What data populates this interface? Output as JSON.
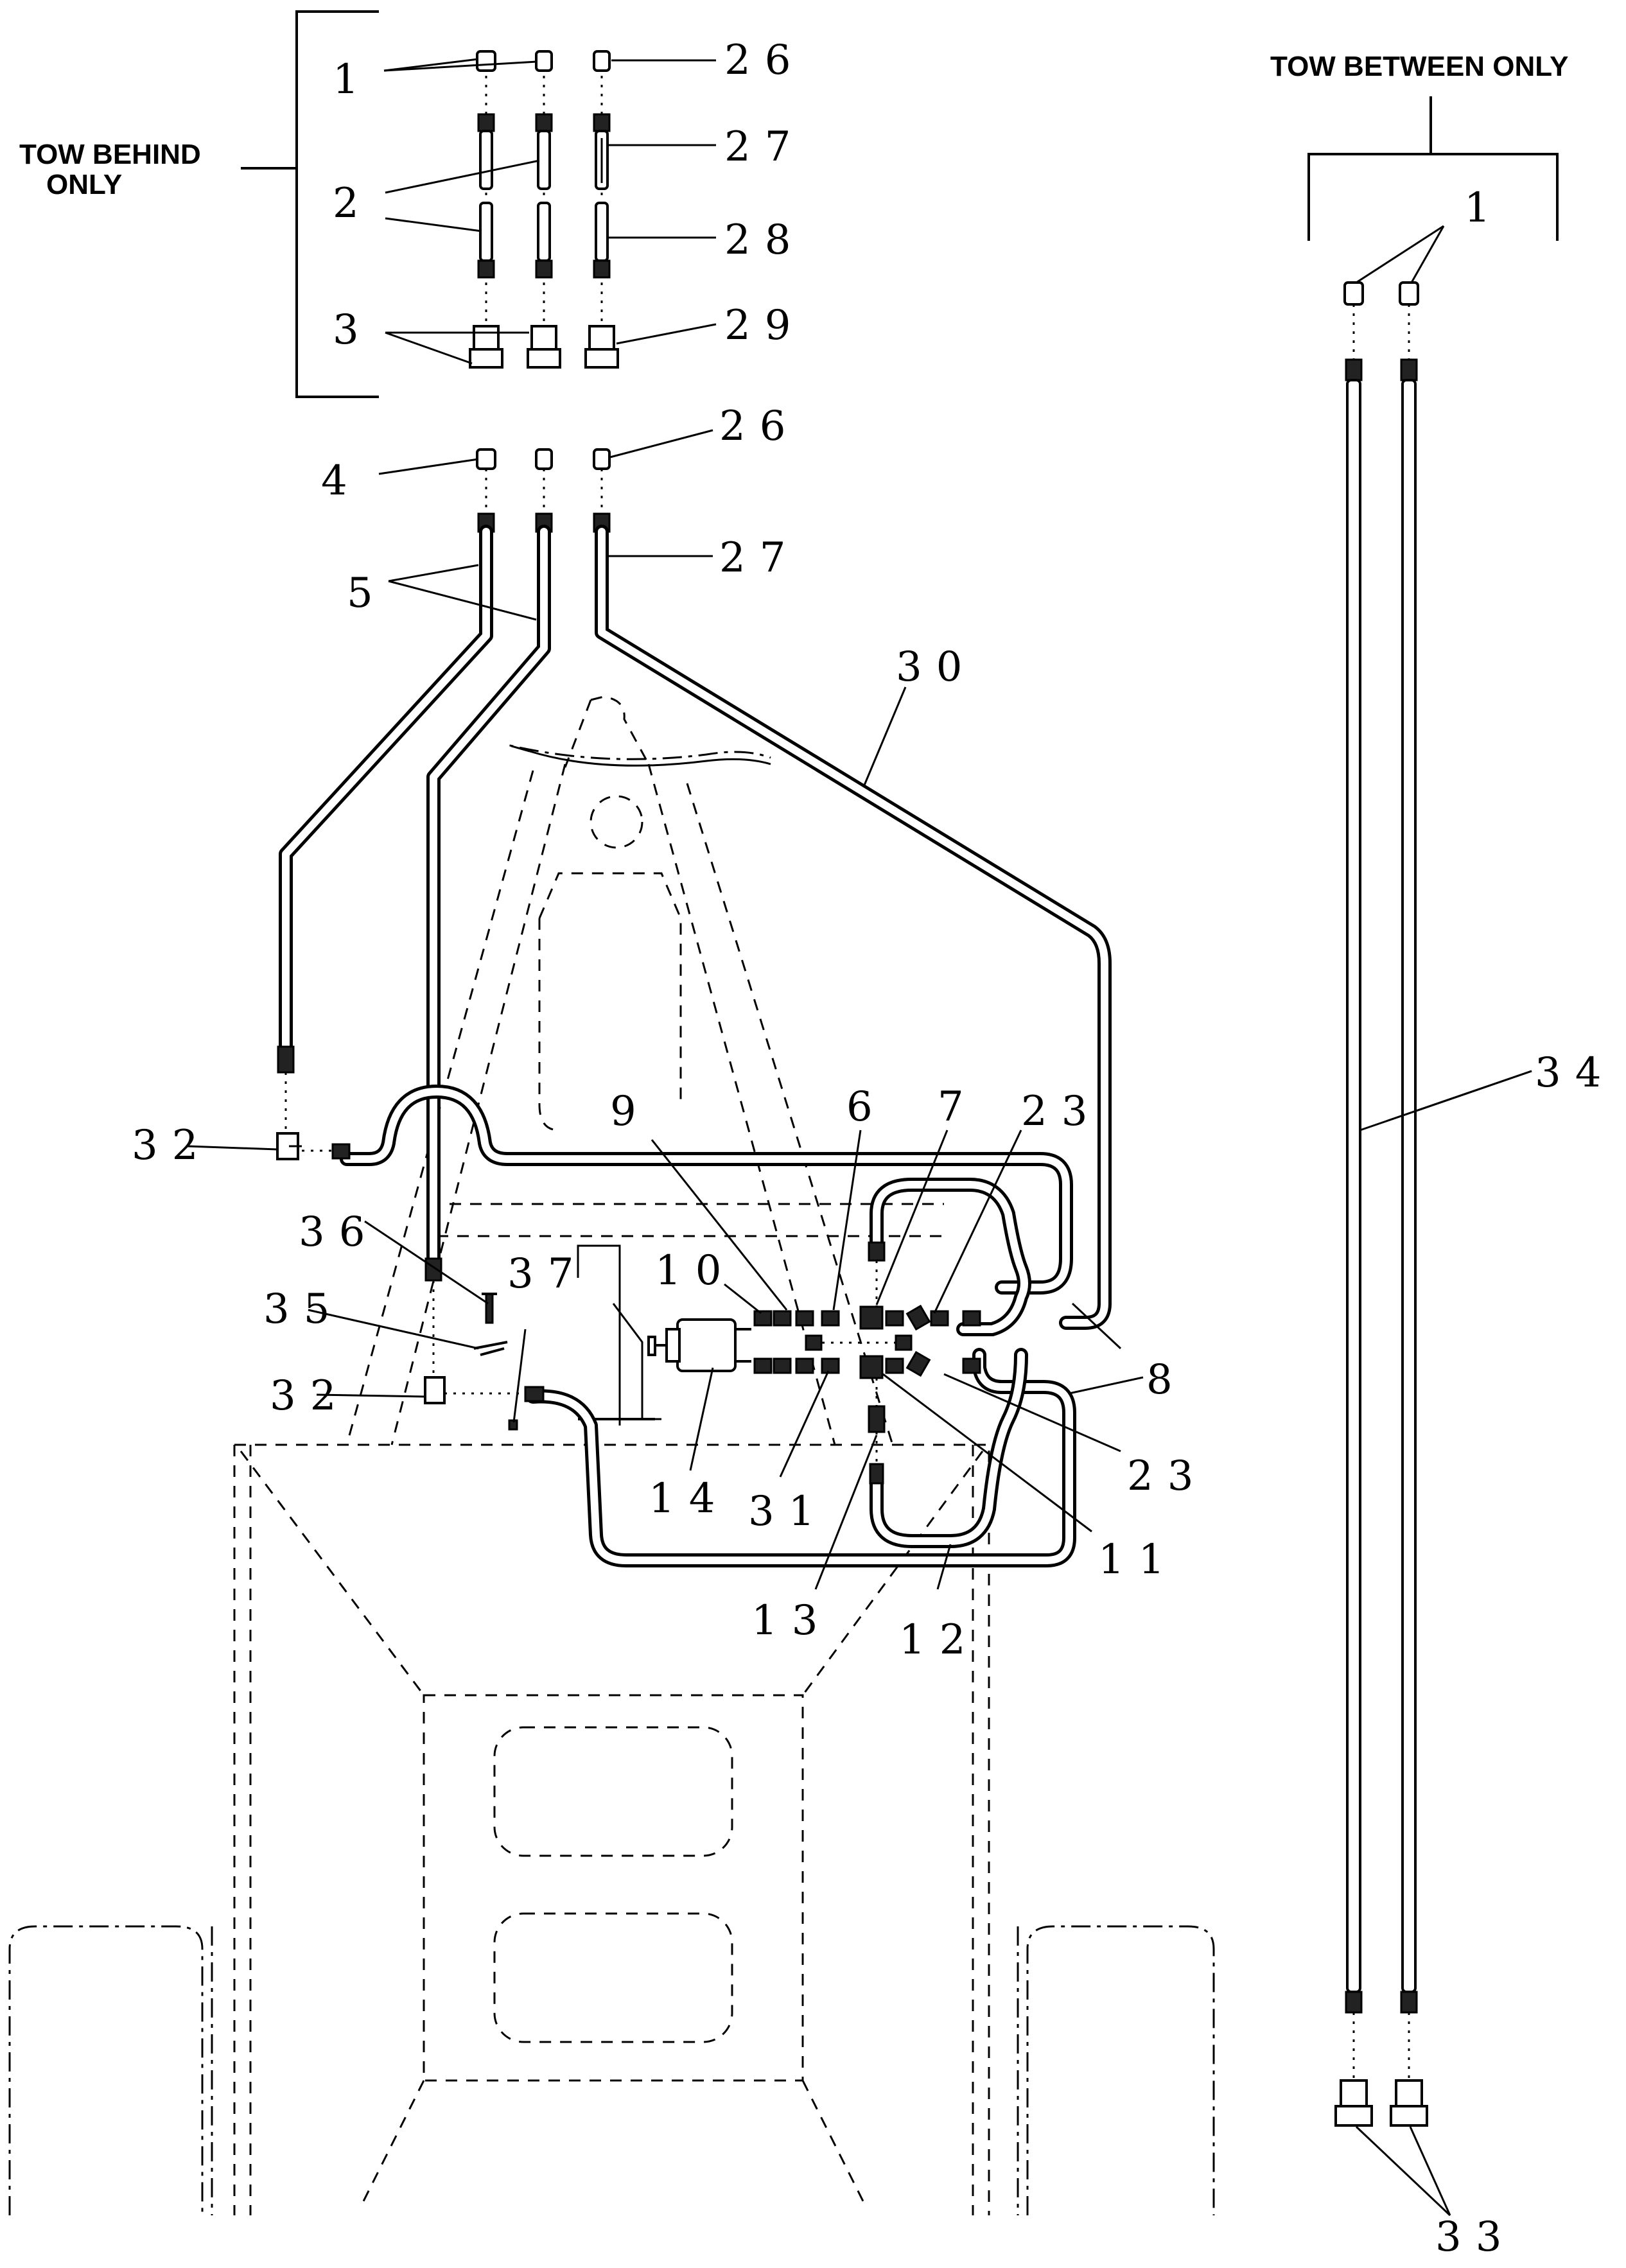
{
  "headings": {
    "tow_behind": [
      "TOW BEHIND",
      "ONLY"
    ],
    "tow_between": "TOW BETWEEN ONLY"
  },
  "callouts": {
    "c1a": "1",
    "c2": "2",
    "c3": "3",
    "c26a": "26",
    "c27a": "27",
    "c28": "28",
    "c29": "29",
    "c4": "4",
    "c26b": "26",
    "c5": "5",
    "c27b": "27",
    "c30": "30",
    "c32a": "32",
    "c9": "9",
    "c6": "6",
    "c7": "7",
    "c23a": "23",
    "c36": "36",
    "c37": "37",
    "c10": "10",
    "c35": "35",
    "c8": "8",
    "c32b": "32",
    "c23b": "23",
    "c14": "14",
    "c31": "31",
    "c11": "11",
    "c13": "13",
    "c12": "12",
    "c1b": "1",
    "c34": "34",
    "c33": "33"
  }
}
